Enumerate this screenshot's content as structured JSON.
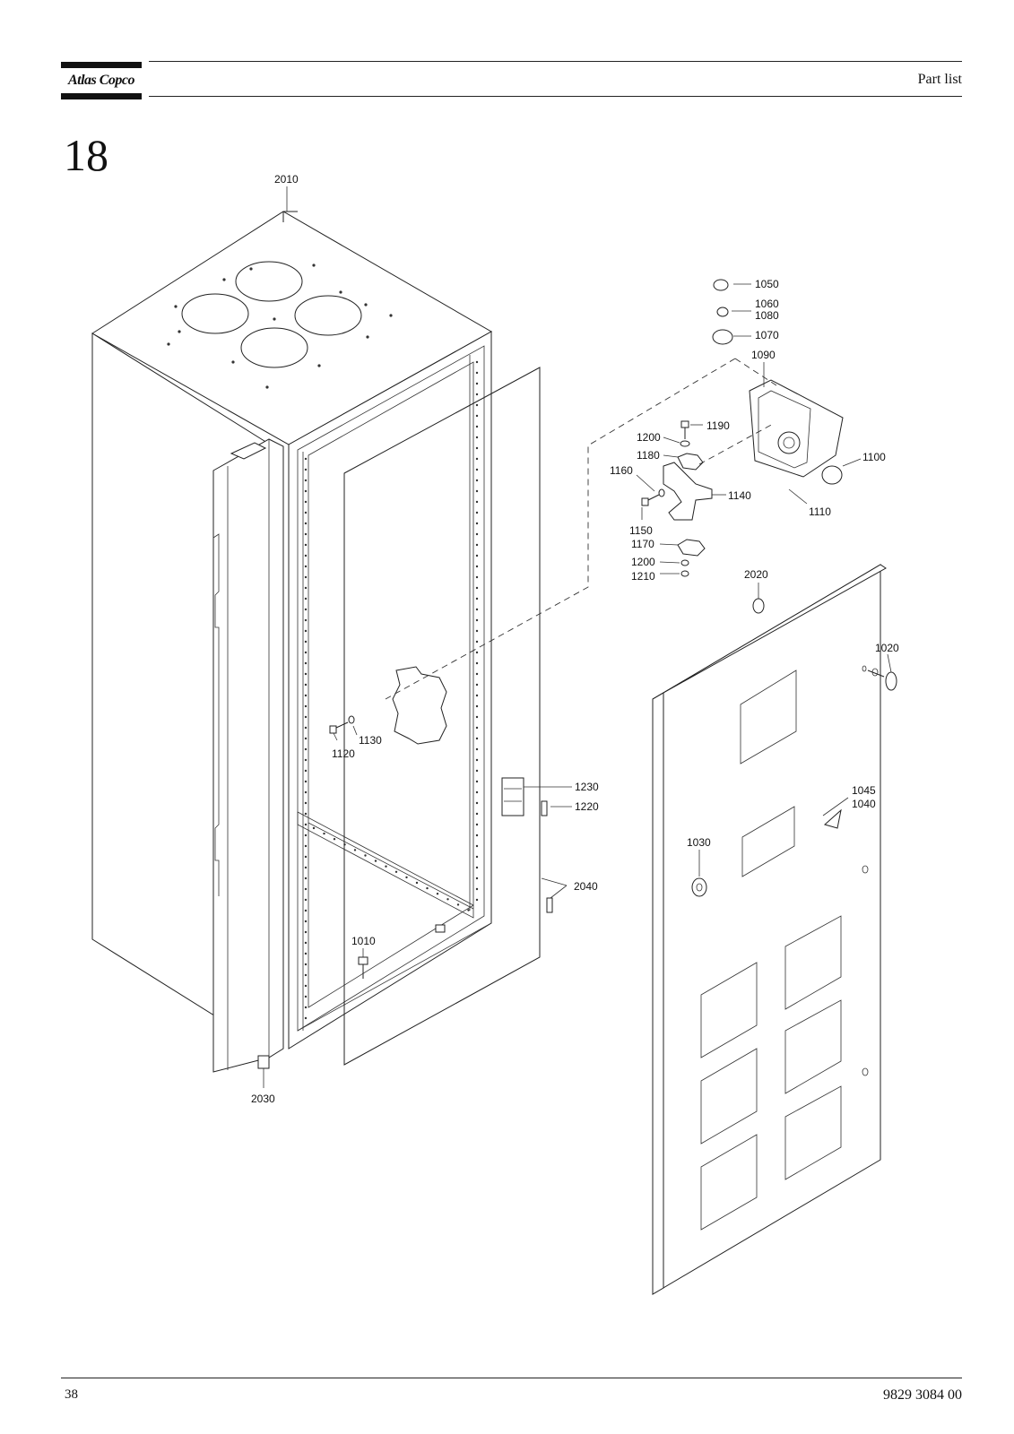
{
  "header": {
    "logo_text": "Atlas Copco",
    "title": "Part list"
  },
  "section_number": "18",
  "footer": {
    "page_number": "38",
    "document_number": "9829 3084 00"
  },
  "callouts": {
    "c2010": "2010",
    "c1050": "1050",
    "c1060": "1060",
    "c1080": "1080",
    "c1070": "1070",
    "c1090": "1090",
    "c1190": "1190",
    "c1200a": "1200",
    "c1180": "1180",
    "c1160": "1160",
    "c1140": "1140",
    "c1100": "1100",
    "c1110": "1110",
    "c1150": "1150",
    "c1170": "1170",
    "c1200b": "1200",
    "c1210": "1210",
    "c2020": "2020",
    "c1020": "1020",
    "c1130": "1130",
    "c1120": "1120",
    "c1230": "1230",
    "c1220": "1220",
    "c1045": "1045",
    "c1040": "1040",
    "c1030": "1030",
    "c2040": "2040",
    "c1010": "1010",
    "c2030": "2030"
  }
}
